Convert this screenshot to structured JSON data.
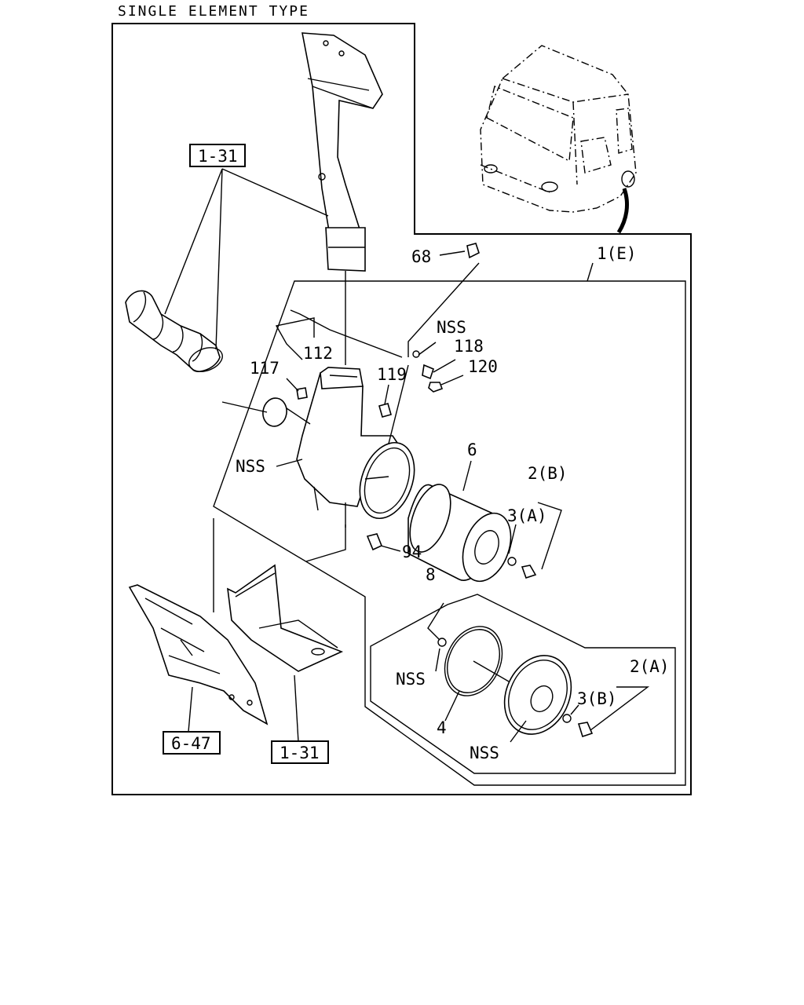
{
  "diagram": {
    "title": "SINGLE ELEMENT TYPE",
    "refs": [
      {
        "id": "ref-1-31-top",
        "text": "1-31"
      },
      {
        "id": "ref-6-47",
        "text": "6-47"
      },
      {
        "id": "ref-1-31-bottom",
        "text": "1-31"
      }
    ],
    "labels": [
      {
        "id": "callout-68",
        "text": "68"
      },
      {
        "id": "callout-1e",
        "text": "1(E)"
      },
      {
        "id": "callout-nss-top",
        "text": "NSS"
      },
      {
        "id": "callout-118",
        "text": "118"
      },
      {
        "id": "callout-120",
        "text": "120"
      },
      {
        "id": "callout-112",
        "text": "112"
      },
      {
        "id": "callout-117",
        "text": "117"
      },
      {
        "id": "callout-119",
        "text": "119"
      },
      {
        "id": "callout-6",
        "text": "6"
      },
      {
        "id": "callout-2b",
        "text": "2(B)"
      },
      {
        "id": "callout-nss-left",
        "text": "NSS"
      },
      {
        "id": "callout-3a",
        "text": "3(A)"
      },
      {
        "id": "callout-94",
        "text": "94"
      },
      {
        "id": "callout-8",
        "text": "8"
      },
      {
        "id": "callout-2a",
        "text": "2(A)"
      },
      {
        "id": "callout-nss-mid",
        "text": "NSS"
      },
      {
        "id": "callout-3b",
        "text": "3(B)"
      },
      {
        "id": "callout-4",
        "text": "4"
      },
      {
        "id": "callout-nss-bottom",
        "text": "NSS"
      }
    ]
  }
}
